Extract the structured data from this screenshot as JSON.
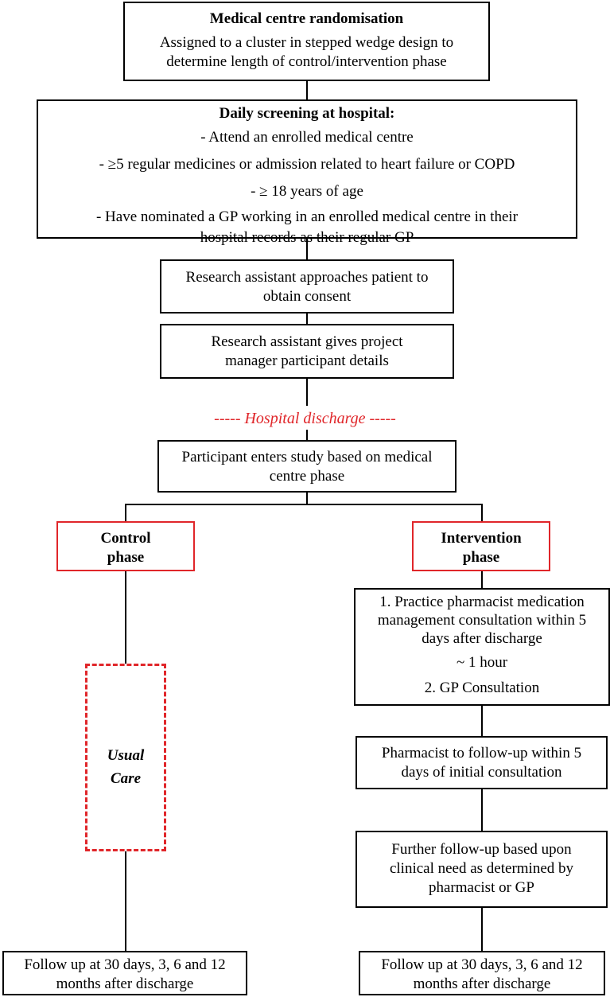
{
  "randomisation": {
    "title": "Medical centre randomisation",
    "line1": "Assigned to a cluster in stepped wedge design to",
    "line2": "determine length of control/intervention phase"
  },
  "screening": {
    "title": "Daily screening at hospital:",
    "criteria": [
      "-  Attend an enrolled medical centre",
      "-  ≥5 regular medicines or admission related to heart failure or COPD",
      "- ≥ 18 years of age",
      "- Have nominated a GP working in an enrolled medical centre in their",
      "hospital records as their regular GP"
    ]
  },
  "consent": {
    "line1": "Research assistant approaches patient to",
    "line2": "obtain consent"
  },
  "details": {
    "line1": "Research assistant gives project",
    "line2": "manager participant details"
  },
  "discharge": {
    "dashes_left": "----- ",
    "label": "Hospital discharge",
    "dashes_right": " -----"
  },
  "enter": {
    "line1": "Participant enters study based on medical",
    "line2": "centre phase"
  },
  "control": {
    "line1": "Control",
    "line2": "phase"
  },
  "intervention": {
    "line1": "Intervention",
    "line2": "phase"
  },
  "usual_care": {
    "line1": "Usual",
    "line2": "Care"
  },
  "consultation": {
    "line1": "1. Practice pharmacist medication",
    "line2": "management consultation within 5",
    "line3": "days after discharge",
    "line4": "~ 1 hour",
    "line5": "2. GP Consultation"
  },
  "pharmacist_followup": {
    "line1": "Pharmacist to follow-up within 5",
    "line2": "days of initial consultation"
  },
  "further_followup": {
    "line1": "Further follow-up based upon",
    "line2": "clinical need as determined by",
    "line3": "pharmacist or GP"
  },
  "followup_control": {
    "line1": "Follow up at 30 days, 3, 6 and 12",
    "line2": "months after discharge"
  },
  "followup_intervention": {
    "line1": "Follow up at 30 days, 3, 6 and 12",
    "line2": "months after discharge"
  },
  "colors": {
    "accent_red": "#e0262a",
    "line": "#000000"
  }
}
